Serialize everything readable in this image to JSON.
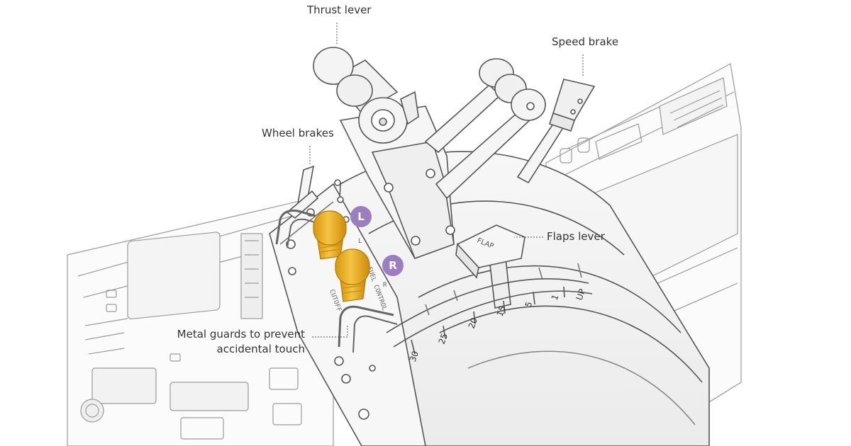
{
  "labels": {
    "thrust_lever": "Thrust lever",
    "speed_brake": "Speed brake",
    "wheel_brakes": "Wheel brakes",
    "flaps_lever": "Flaps lever",
    "metal_guards_line1": "Metal guards to prevent",
    "metal_guards_line2": "accidental touch"
  },
  "badges": {
    "left": "L",
    "right": "R",
    "color": "#9b7ec0"
  },
  "switch_color": "#f0b321",
  "flap_scale": [
    "UP",
    "1",
    "5",
    "15",
    "20",
    "25",
    "30"
  ],
  "flap_handle_text": "FLAP",
  "plate_text": {
    "fuel_control": "FUEL CONTROL",
    "left_mark": "L",
    "right_mark": "R",
    "cutoff": "CUTOFF"
  }
}
